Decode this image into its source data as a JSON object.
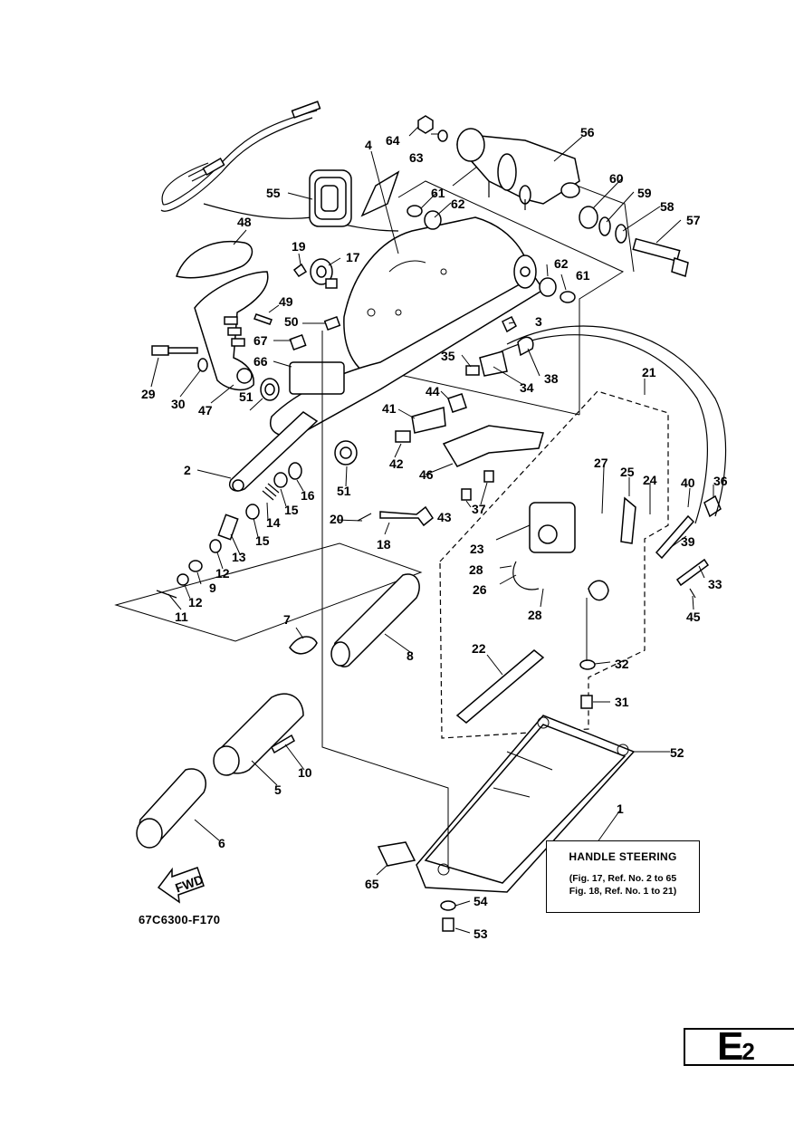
{
  "info_box": {
    "title": "HANDLE STEERING",
    "note_line1": "(Fig. 17, Ref. No. 2 to 65",
    "note_line2": "Fig. 18, Ref. No. 1 to 21)"
  },
  "doc_code": "67C6300-F170",
  "fwd_label": "FWD",
  "page_id": {
    "letter": "E",
    "number": "2"
  },
  "callouts": [
    "1",
    "2",
    "3",
    "4",
    "5",
    "6",
    "7",
    "8",
    "9",
    "10",
    "11",
    "12",
    "12",
    "13",
    "14",
    "15",
    "15",
    "16",
    "17",
    "18",
    "19",
    "20",
    "21",
    "22",
    "23",
    "24",
    "25",
    "26",
    "27",
    "28",
    "28",
    "29",
    "30",
    "31",
    "32",
    "33",
    "34",
    "35",
    "36",
    "37",
    "38",
    "39",
    "40",
    "41",
    "42",
    "43",
    "44",
    "45",
    "46",
    "47",
    "48",
    "49",
    "50",
    "51",
    "51",
    "52",
    "53",
    "54",
    "55",
    "56",
    "57",
    "58",
    "59",
    "60",
    "61",
    "61",
    "62",
    "62",
    "63",
    "64",
    "65",
    "66",
    "67"
  ]
}
